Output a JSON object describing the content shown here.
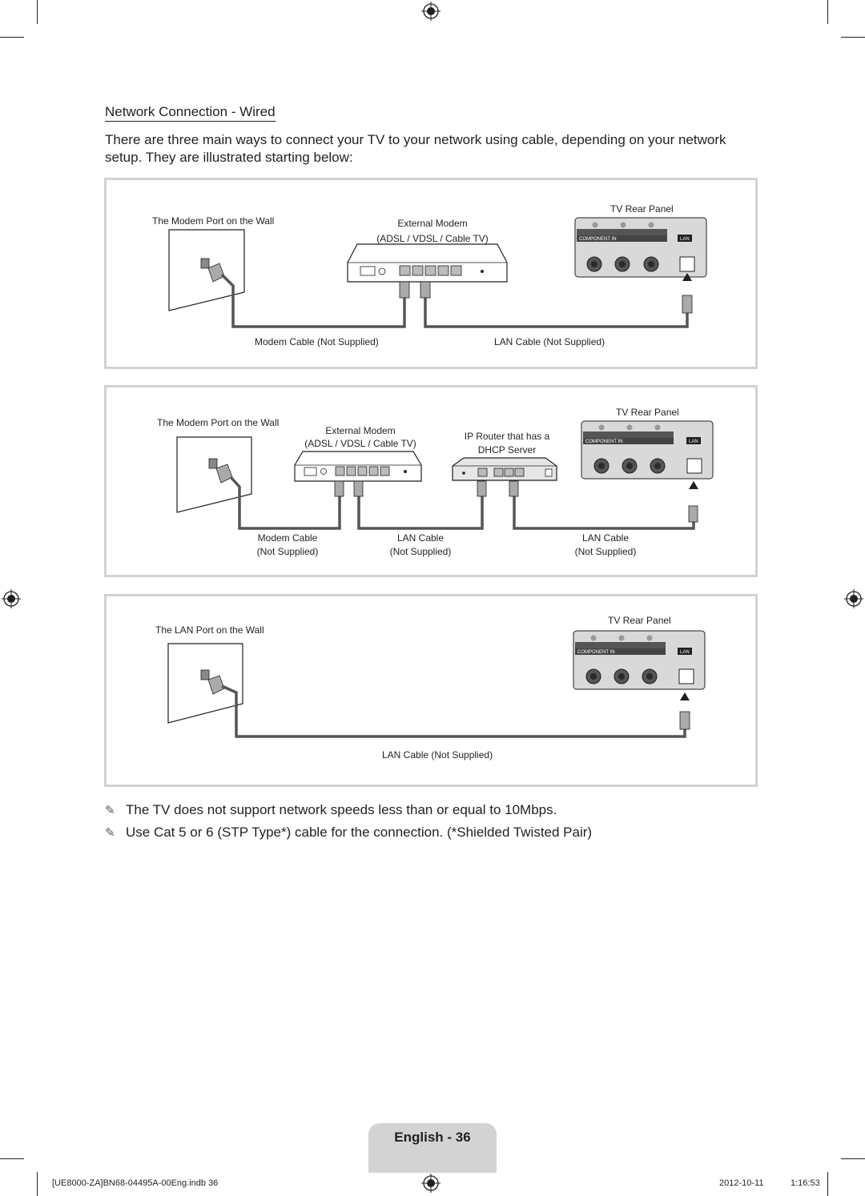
{
  "heading": "Network Connection - Wired",
  "intro": "There are three main ways to connect your TV to your network using cable, depending on your network setup. They are illustrated starting below:",
  "diagram1": {
    "wall_label": "The Modem Port on the Wall",
    "modem_label_1": "External Modem",
    "modem_label_2": "(ADSL / VDSL / Cable TV)",
    "tv_label": "TV Rear Panel",
    "cable_left": "Modem Cable (Not Supplied)",
    "cable_right": "LAN Cable (Not Supplied)"
  },
  "diagram2": {
    "wall_label": "The Modem Port on the Wall",
    "modem_label_1": "External Modem",
    "modem_label_2": "(ADSL / VDSL / Cable TV)",
    "router_label_1": "IP Router that has a",
    "router_label_2": "DHCP Server",
    "tv_label": "TV Rear Panel",
    "cable1_line1": "Modem Cable",
    "cable1_line2": "(Not Supplied)",
    "cable2_line1": "LAN Cable",
    "cable2_line2": "(Not Supplied)",
    "cable3_line1": "LAN Cable",
    "cable3_line2": "(Not Supplied)"
  },
  "diagram3": {
    "wall_label": "The LAN Port on the Wall",
    "tv_label": "TV Rear Panel",
    "cable_label": "LAN Cable (Not Supplied)"
  },
  "tv_panel": {
    "component_label": "COMPONENT IN",
    "lan_label": "LAN"
  },
  "notes": [
    "The TV does not support network speeds less than or equal to 10Mbps.",
    "Use Cat 5 or 6 (STP Type*) cable for the connection. (*Shielded Twisted Pair)"
  ],
  "note_icon": "pencil-icon",
  "page_label": "English - 36",
  "footer": {
    "file": "[UE8000-ZA]BN68-04495A-00Eng.indb   36",
    "date": "2012-10-11",
    "time": "1:16:53"
  }
}
